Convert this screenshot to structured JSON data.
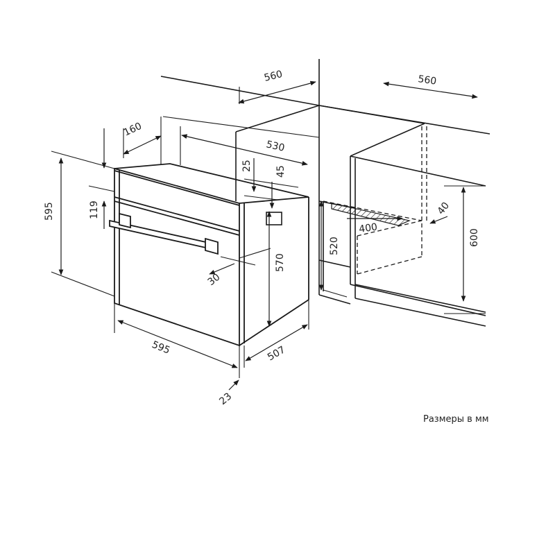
{
  "colors": {
    "line": "#1a1a1a",
    "background": "#ffffff"
  },
  "dimensions": {
    "cabinet_width_left": "560",
    "cabinet_width_right": "560",
    "top_offset": "160",
    "oven_depth": "530",
    "top_gap": "25",
    "rear_gap": "45",
    "oven_height": "595",
    "panel_height": "119",
    "niche_height": "520",
    "cabinet_height": "600",
    "vent_width": "400",
    "vent_depth": "40",
    "handle_depth": "30",
    "body_height": "570",
    "oven_width": "595",
    "body_depth": "507",
    "door_thickness": "23"
  },
  "caption": "Размеры в мм"
}
